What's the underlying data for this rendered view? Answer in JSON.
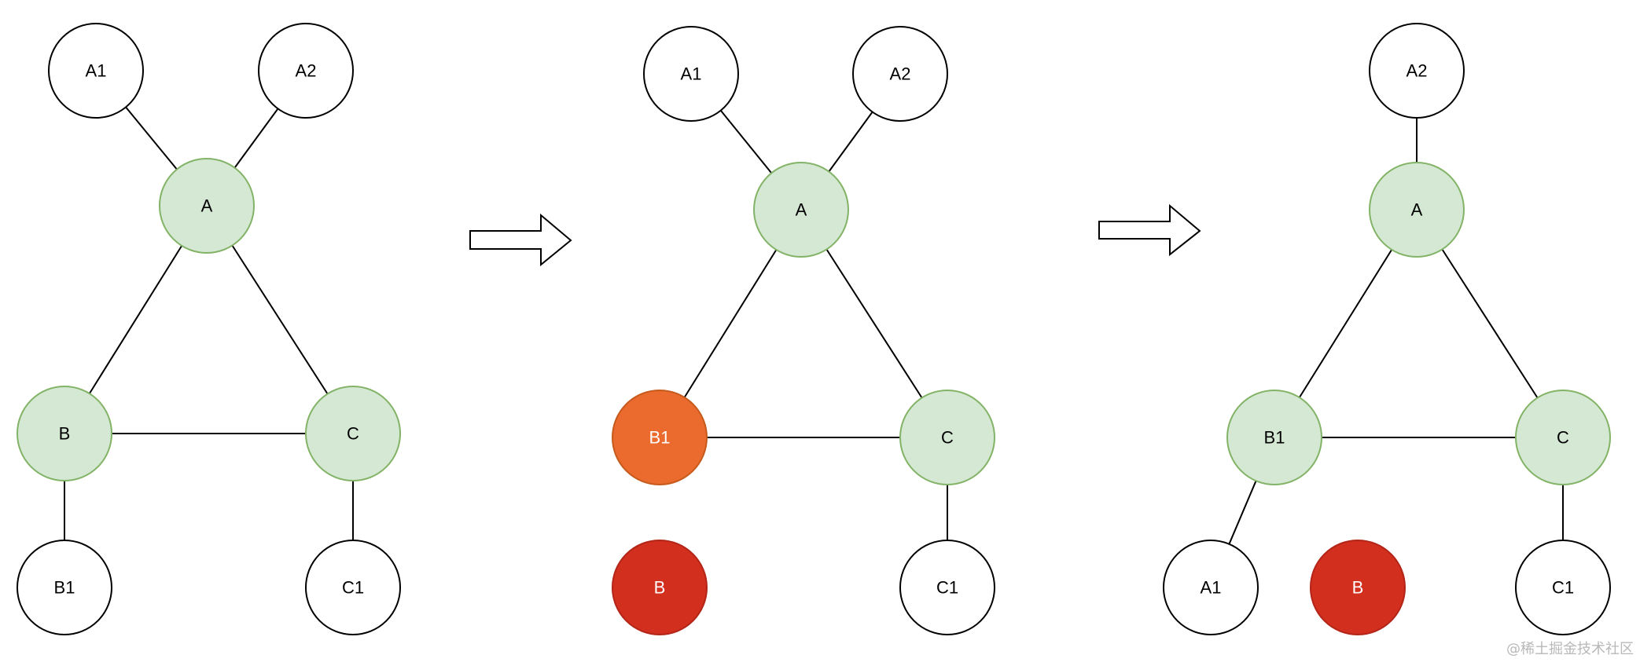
{
  "colors": {
    "plain_fill": "#ffffff",
    "plain_stroke": "#000000",
    "green_fill": "#d5e8d4",
    "green_stroke": "#82b366",
    "orange_fill": "#ea6b2d",
    "orange_stroke": "#c55a1c",
    "red_fill": "#d32f1f",
    "red_stroke": "#b22518",
    "dark_text": "#000000",
    "light_text": "#ffffff"
  },
  "panels": [
    {
      "id": "panel-1",
      "nodes": [
        {
          "id": "A1",
          "label": "A1",
          "style": "plain"
        },
        {
          "id": "A2",
          "label": "A2",
          "style": "plain"
        },
        {
          "id": "A",
          "label": "A",
          "style": "green"
        },
        {
          "id": "B",
          "label": "B",
          "style": "green"
        },
        {
          "id": "C",
          "label": "C",
          "style": "green"
        },
        {
          "id": "B1",
          "label": "B1",
          "style": "plain"
        },
        {
          "id": "C1",
          "label": "C1",
          "style": "plain"
        }
      ],
      "edges": [
        [
          "A1",
          "A"
        ],
        [
          "A2",
          "A"
        ],
        [
          "A",
          "B"
        ],
        [
          "A",
          "C"
        ],
        [
          "B",
          "C"
        ],
        [
          "B",
          "B1"
        ],
        [
          "C",
          "C1"
        ]
      ]
    },
    {
      "id": "panel-2",
      "nodes": [
        {
          "id": "A1",
          "label": "A1",
          "style": "plain"
        },
        {
          "id": "A2",
          "label": "A2",
          "style": "plain"
        },
        {
          "id": "A",
          "label": "A",
          "style": "green"
        },
        {
          "id": "B1",
          "label": "B1",
          "style": "orange"
        },
        {
          "id": "C",
          "label": "C",
          "style": "green"
        },
        {
          "id": "B",
          "label": "B",
          "style": "red"
        },
        {
          "id": "C1",
          "label": "C1",
          "style": "plain"
        }
      ],
      "edges": [
        [
          "A1",
          "A"
        ],
        [
          "A2",
          "A"
        ],
        [
          "A",
          "B1"
        ],
        [
          "A",
          "C"
        ],
        [
          "B1",
          "C"
        ],
        [
          "C",
          "C1"
        ]
      ]
    },
    {
      "id": "panel-3",
      "nodes": [
        {
          "id": "A2",
          "label": "A2",
          "style": "plain"
        },
        {
          "id": "A",
          "label": "A",
          "style": "green"
        },
        {
          "id": "B1",
          "label": "B1",
          "style": "green"
        },
        {
          "id": "C",
          "label": "C",
          "style": "green"
        },
        {
          "id": "A1",
          "label": "A1",
          "style": "plain"
        },
        {
          "id": "B",
          "label": "B",
          "style": "red"
        },
        {
          "id": "C1",
          "label": "C1",
          "style": "plain"
        }
      ],
      "edges": [
        [
          "A2",
          "A"
        ],
        [
          "A",
          "B1"
        ],
        [
          "A",
          "C"
        ],
        [
          "B1",
          "C"
        ],
        [
          "B1",
          "A1"
        ],
        [
          "C",
          "C1"
        ]
      ]
    }
  ],
  "watermark": "@稀土掘金技术社区"
}
